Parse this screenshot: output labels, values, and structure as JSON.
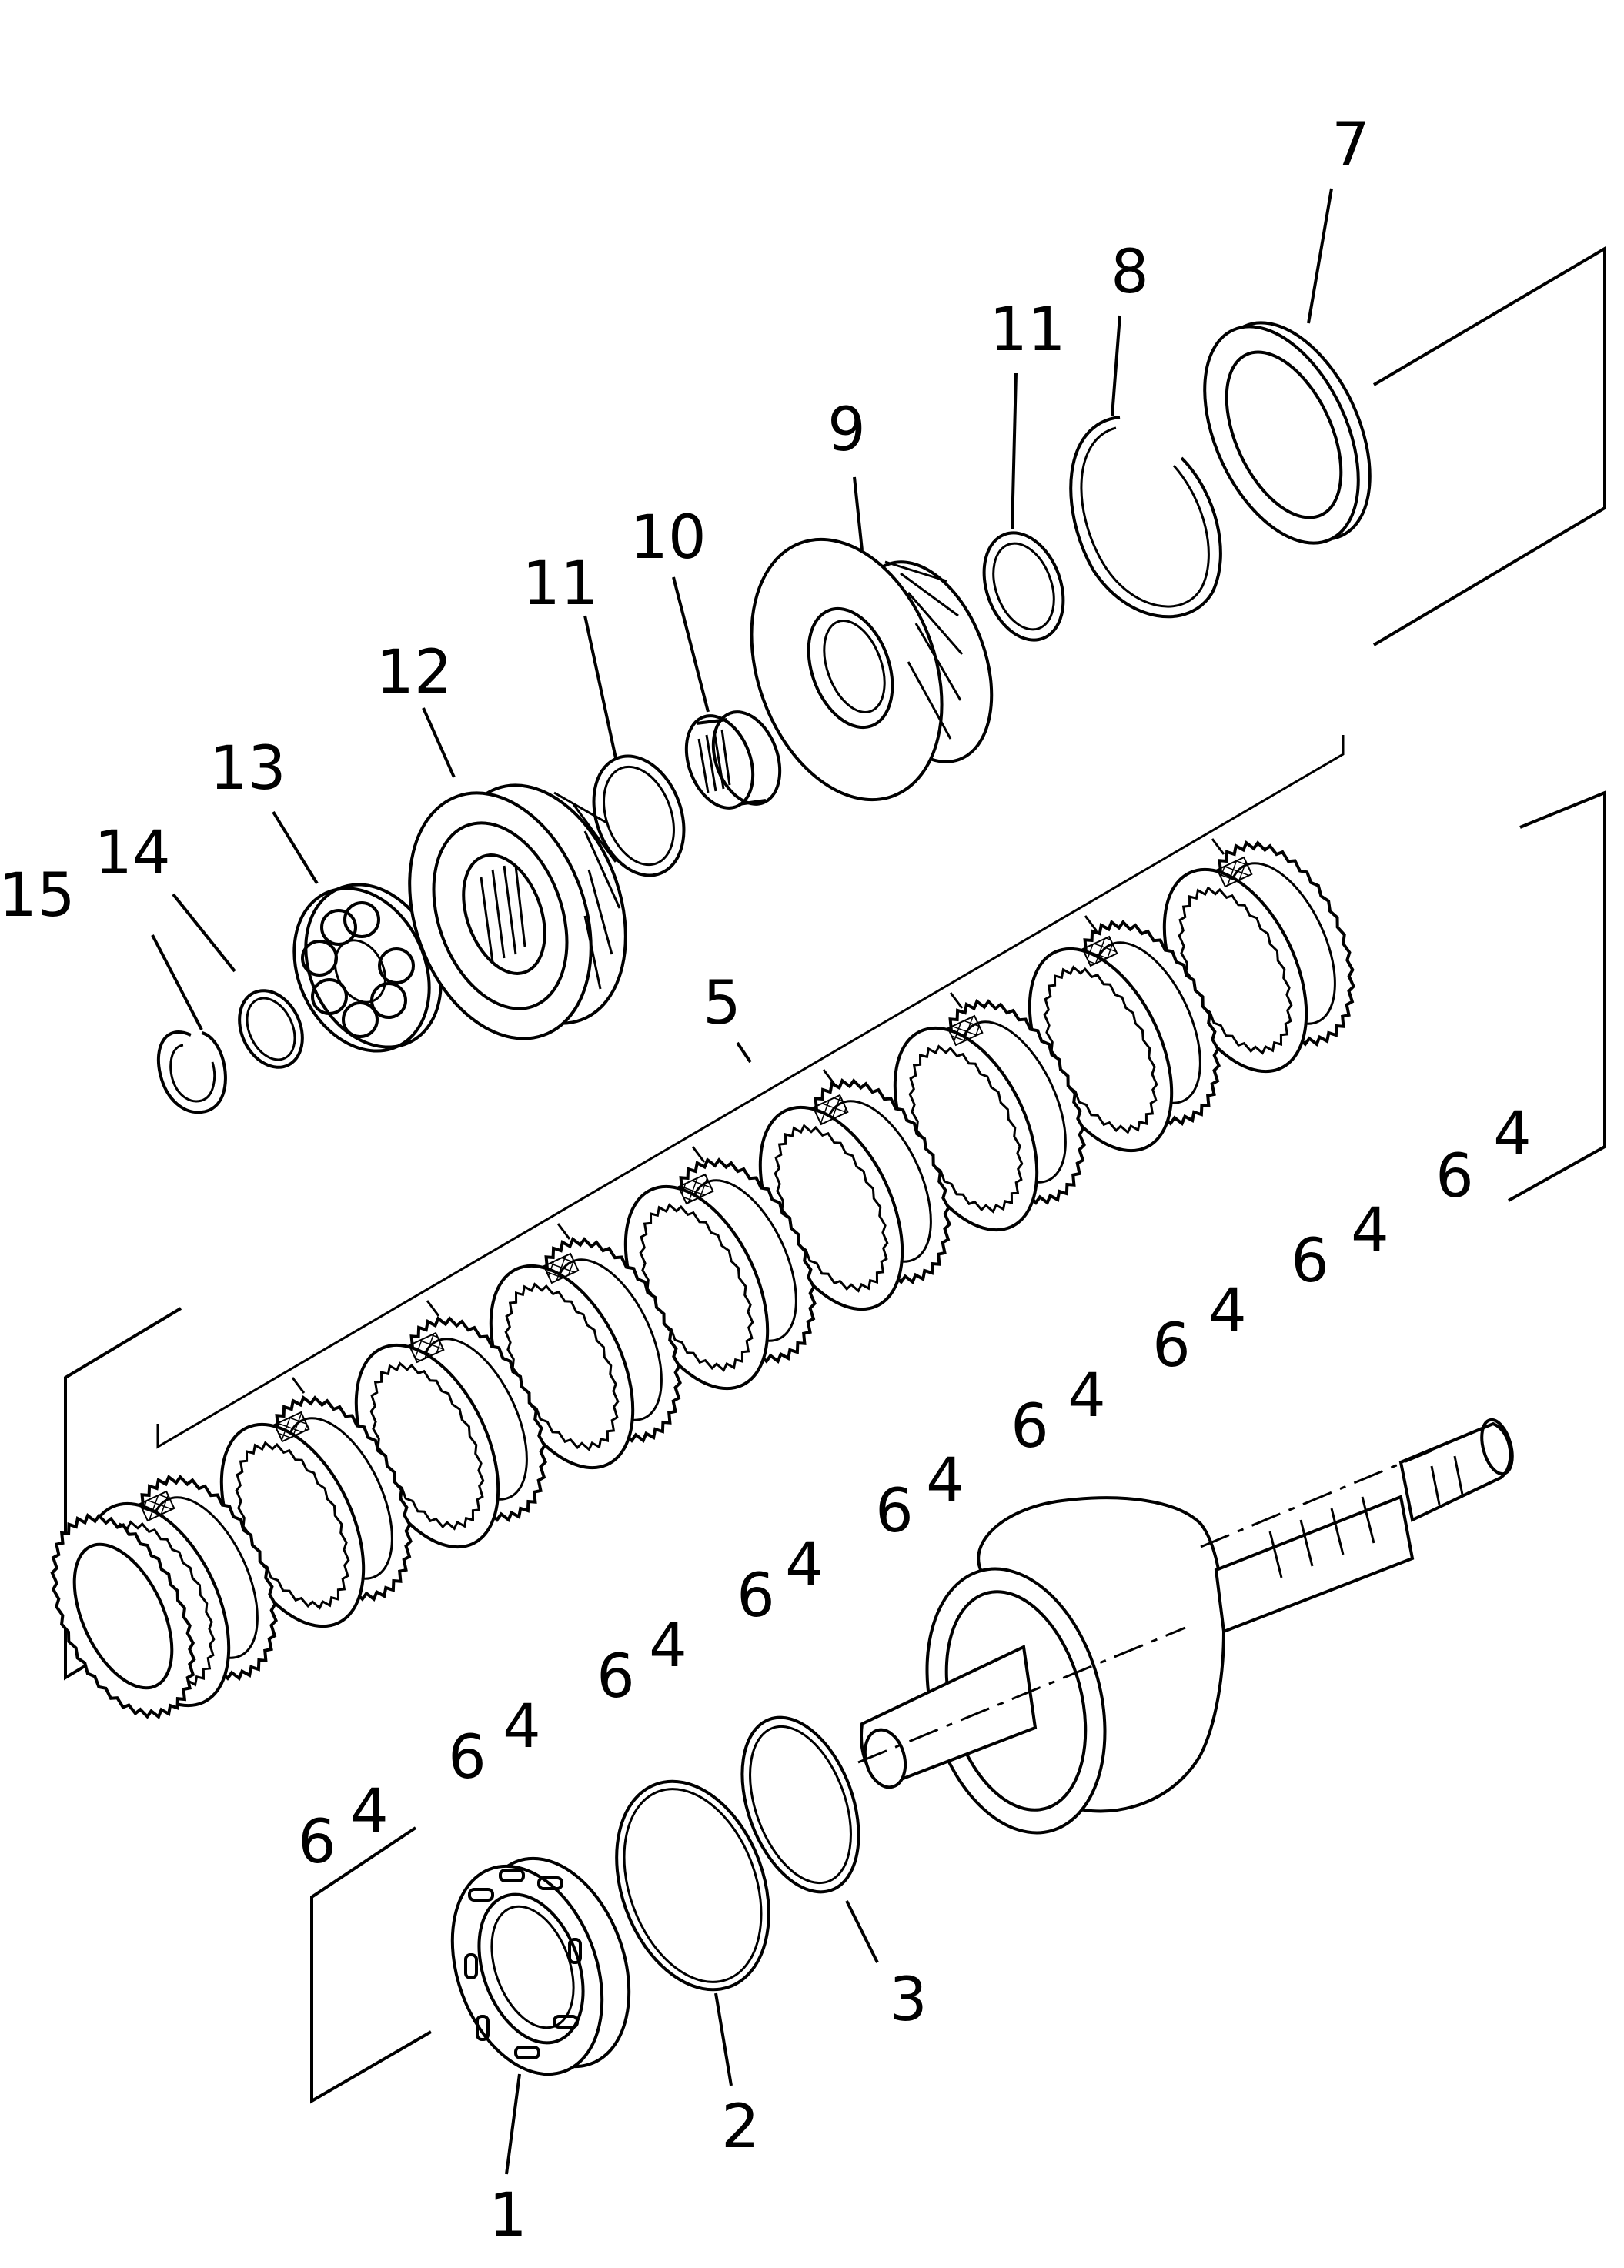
{
  "diagram": {
    "type": "exploded parts diagram",
    "callouts": [
      {
        "id": "c1",
        "text": "1"
      },
      {
        "id": "c2",
        "text": "2"
      },
      {
        "id": "c3",
        "text": "3"
      },
      {
        "id": "c4a",
        "text": "4"
      },
      {
        "id": "c4b",
        "text": "4"
      },
      {
        "id": "c4c",
        "text": "4"
      },
      {
        "id": "c4d",
        "text": "4"
      },
      {
        "id": "c4e",
        "text": "4"
      },
      {
        "id": "c4f",
        "text": "4"
      },
      {
        "id": "c4g",
        "text": "4"
      },
      {
        "id": "c4h",
        "text": "4"
      },
      {
        "id": "c4i",
        "text": "4"
      },
      {
        "id": "c5",
        "text": "5"
      },
      {
        "id": "c6a",
        "text": "6"
      },
      {
        "id": "c6b",
        "text": "6"
      },
      {
        "id": "c6c",
        "text": "6"
      },
      {
        "id": "c6d",
        "text": "6"
      },
      {
        "id": "c6e",
        "text": "6"
      },
      {
        "id": "c6f",
        "text": "6"
      },
      {
        "id": "c6g",
        "text": "6"
      },
      {
        "id": "c6h",
        "text": "6"
      },
      {
        "id": "c6i",
        "text": "6"
      },
      {
        "id": "c7",
        "text": "7"
      },
      {
        "id": "c8",
        "text": "8"
      },
      {
        "id": "c9",
        "text": "9"
      },
      {
        "id": "c10",
        "text": "10"
      },
      {
        "id": "c11a",
        "text": "11"
      },
      {
        "id": "c11b",
        "text": "11"
      },
      {
        "id": "c12",
        "text": "12"
      },
      {
        "id": "c13",
        "text": "13"
      },
      {
        "id": "c14",
        "text": "14"
      },
      {
        "id": "c15",
        "text": "15"
      }
    ]
  }
}
